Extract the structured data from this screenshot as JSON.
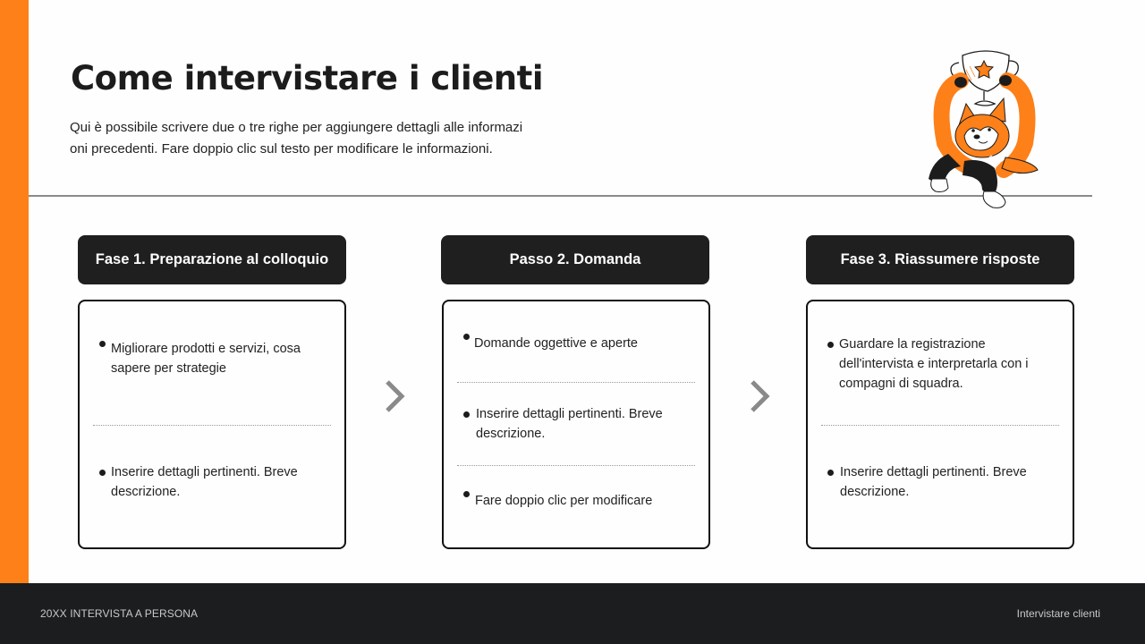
{
  "slide": {
    "title": "Come intervistare i clienti",
    "subtitle_line1": "Qui è possibile scrivere due o tre righe per aggiungere dettagli alle informazi",
    "subtitle_line2": "oni precedenti. Fare doppio clic sul testo per modificare le informazioni.",
    "accent_color": "#fe8019",
    "dark_color": "#1f1f1f",
    "illustration": "fox-mascot-holding-trophy"
  },
  "steps": [
    {
      "header": "Fase 1. Preparazione al colloquio",
      "bullets": [
        "Migliorare prodotti e servizi, cosa sapere per strategie",
        "Inserire dettagli pertinenti. Breve descrizione."
      ]
    },
    {
      "header": "Passo 2. Domanda",
      "bullets": [
        "Domande oggettive e aperte",
        "Inserire dettagli pertinenti. Breve descrizione.",
        "Fare doppio clic per modificare"
      ]
    },
    {
      "header": "Fase 3. Riassumere risposte",
      "bullets": [
        "Guardare la registrazione dell'intervista e interpretarla con i compagni di squadra.",
        "Inserire dettagli pertinenti. Breve descrizione."
      ]
    }
  ],
  "connectors": [
    "chevron-right-icon",
    "chevron-right-icon"
  ],
  "footer": {
    "left": "20XX INTERVISTA A PERSONA",
    "right": "Intervistare clienti"
  }
}
